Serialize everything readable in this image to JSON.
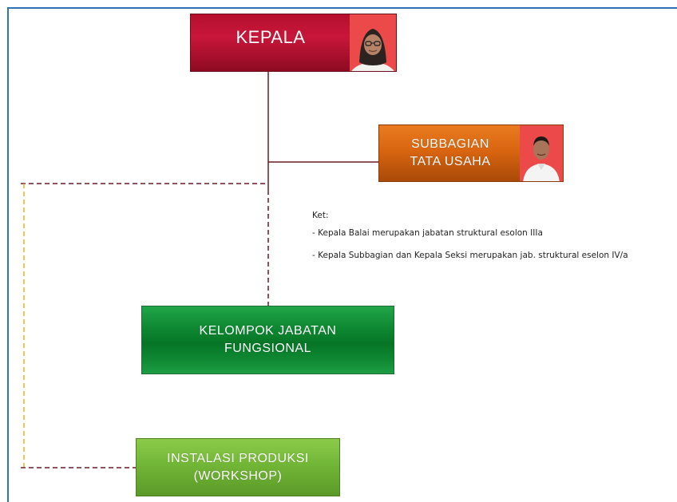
{
  "kepala": {
    "label": "KEPALA"
  },
  "subbagian": {
    "line1": "SUBBAGIAN",
    "line2": "TATA USAHA"
  },
  "fungsional": {
    "line1": "KELOMPOK JABATAN",
    "line2": "FUNGSIONAL"
  },
  "instalasi": {
    "line1": "INSTALASI PRODUKSI",
    "line2": "(WORKSHOP)"
  },
  "ket": {
    "title": "Ket:",
    "note1": "- Kepala Balai merupakan jabatan struktural esolon IIIa",
    "note2": "- Kepala Subbagian dan Kepala Seksi merupakan jab. struktural eselon IV/a"
  },
  "colors": {
    "frame": "#2e74b5",
    "kepala": "#b5102e",
    "subbagian": "#d96510",
    "fungsional": "#0f8a33",
    "instalasi": "#72b637",
    "connector": "#6b1a22",
    "dashed_side": "#e6b422"
  }
}
